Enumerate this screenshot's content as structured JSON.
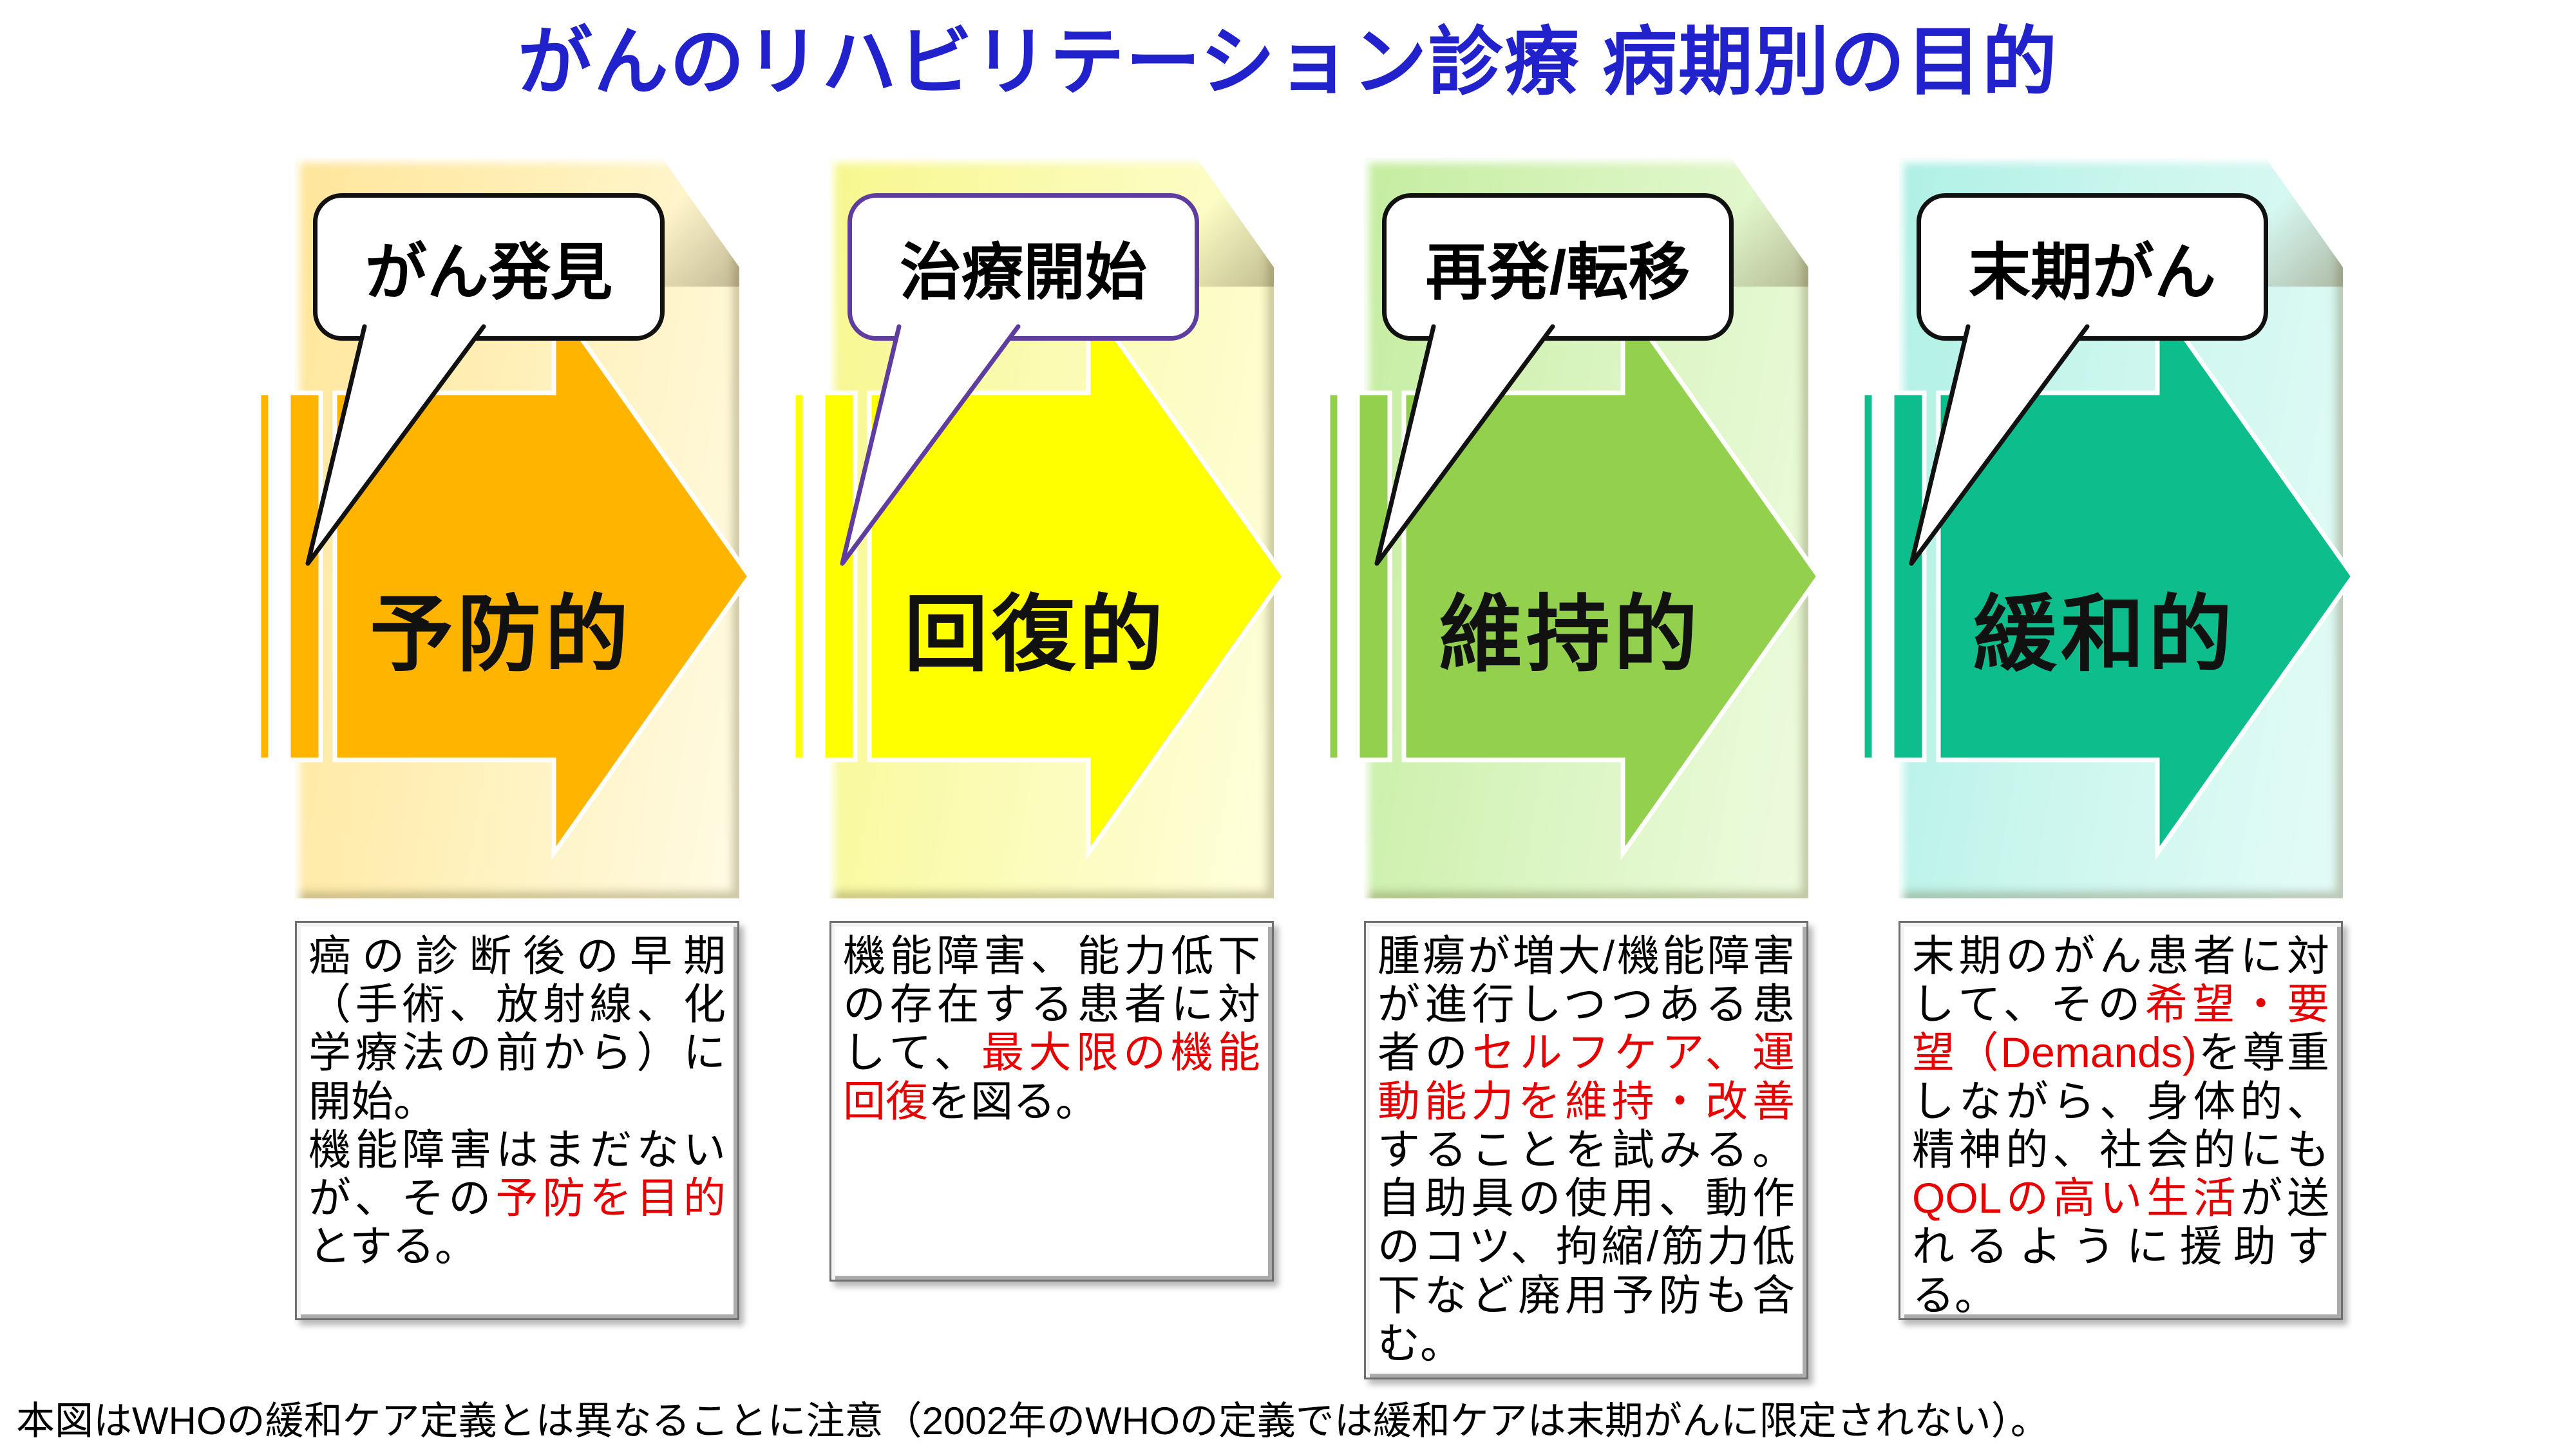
{
  "title": {
    "text": "がんのリハビリテーション診療 病期別の目的",
    "color": "#2222CC"
  },
  "colors": {
    "highlight": "#E60000",
    "arrow_outline": "#FFFFFF",
    "text": "#000000"
  },
  "panels": [
    {
      "id": "preventive",
      "callout": {
        "label": "がん発見",
        "border_color": "#111111"
      },
      "arrow": {
        "label": "予防的",
        "color": "#FFB400"
      },
      "background": {
        "from": "#FFE59A",
        "mid": "#FFF0B8",
        "to": "#FFFBE4"
      },
      "description": {
        "segments": [
          {
            "text": "癌の診断後の早期（手術、放射線、化学療法の前から）に開始。",
            "highlight": false,
            "br_after": true
          },
          {
            "text": "機能障害はまだないが、その",
            "highlight": false
          },
          {
            "text": "予防を目的",
            "highlight": true
          },
          {
            "text": "とする。",
            "highlight": false
          }
        ]
      }
    },
    {
      "id": "restorative",
      "callout": {
        "label": "治療開始",
        "border_color": "#5F3DA0"
      },
      "arrow": {
        "label": "回復的",
        "color": "#FFFF00"
      },
      "background": {
        "from": "#F7F78E",
        "mid": "#FBFBB4",
        "to": "#FEFEDC"
      },
      "description": {
        "segments": [
          {
            "text": "機能障害、能力低下の存在する患者に対して、",
            "highlight": false
          },
          {
            "text": "最大限の機能回復",
            "highlight": true
          },
          {
            "text": "を図る。",
            "highlight": false
          }
        ]
      }
    },
    {
      "id": "supportive",
      "callout": {
        "label": "再発/転移",
        "border_color": "#111111"
      },
      "arrow": {
        "label": "維持的",
        "color": "#92D04E"
      },
      "background": {
        "from": "#C4EDA0",
        "mid": "#D8F4BE",
        "to": "#EEFBDF"
      },
      "description": {
        "segments": [
          {
            "text": "腫瘍が増大/機能障害が進行しつつある患者の",
            "highlight": false
          },
          {
            "text": "セルフケア、運動能力を維持・改善",
            "highlight": true
          },
          {
            "text": "することを試みる。自助具の使用、動作のコツ、拘縮/筋力低下など廃用予防も含む。",
            "highlight": false
          }
        ]
      }
    },
    {
      "id": "palliative",
      "callout": {
        "label": "末期がん",
        "border_color": "#111111"
      },
      "arrow": {
        "label": "緩和的",
        "color": "#0DBE8C"
      },
      "background": {
        "from": "#AFF0E4",
        "mid": "#CBF6EE",
        "to": "#E4FBF7"
      },
      "description": {
        "segments": [
          {
            "text": "末期のがん患者に対して、その",
            "highlight": false
          },
          {
            "text": "希望・要望（Demands)",
            "highlight": true
          },
          {
            "text": "を尊重しながら、身体的、精神的、社会的にも",
            "highlight": false
          },
          {
            "text": "QOLの高い生活",
            "highlight": true
          },
          {
            "text": "が送れるように援助する。",
            "highlight": false
          }
        ]
      }
    }
  ],
  "footer": {
    "text": "本図はWHOの緩和ケア定義とは異なることに注意（2002年のWHOの定義では緩和ケアは末期がんに限定されない）。"
  },
  "layout_values": {
    "panel_lefts": [
      458,
      1288,
      2118,
      2948
    ],
    "desc_heights": [
      620,
      560,
      712,
      620
    ]
  }
}
